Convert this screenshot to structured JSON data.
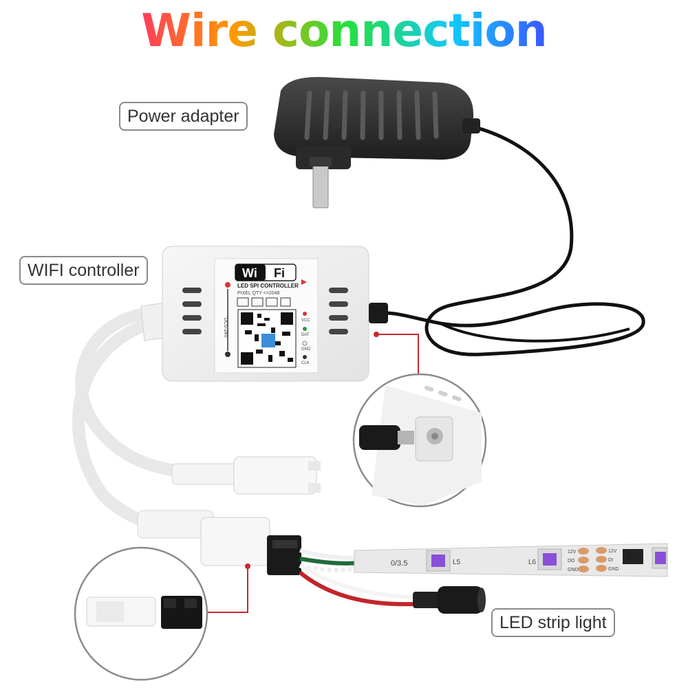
{
  "title": "Wire connection",
  "labels": {
    "power_adapter": "Power adapter",
    "wifi_controller": "WIFI controller",
    "led_strip": "LED strip light"
  },
  "controller": {
    "badge_wi": "Wi",
    "badge_fi": "Fi",
    "name": "LED SPI CONTROLLER",
    "pixel_qty": "PIXEL QTY <=2048",
    "voltage": "DC5-24V",
    "pins": [
      "VCC",
      "DAT",
      "GND",
      "CLK"
    ]
  },
  "strip": {
    "marking": "0/3.5",
    "l5": "L5",
    "l6": "L6",
    "pads": [
      "12V",
      "DO",
      "GND"
    ],
    "pads_right": [
      "12V",
      "DI",
      "GND"
    ]
  },
  "colors": {
    "cable": "#111111",
    "wire_red": "#c0262a",
    "wire_green": "#1f6b3a",
    "callout": "#c8282d",
    "strip_base": "#e9e9e9"
  }
}
